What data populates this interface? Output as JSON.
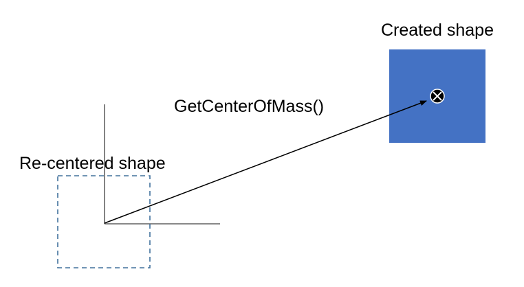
{
  "diagram": {
    "created_shape": {
      "label": "Created shape",
      "fill": "#4472C4"
    },
    "recentered_shape": {
      "label": "Re-centered shape",
      "border_color": "#41719C"
    },
    "arrow": {
      "label": "GetCenterOfMass()",
      "color": "#000000"
    },
    "axes": {
      "color": "#404040"
    },
    "center_of_mass_marker": {
      "icon": "circled-x-icon",
      "fill": "#000000",
      "cross_color": "#ffffff"
    }
  }
}
